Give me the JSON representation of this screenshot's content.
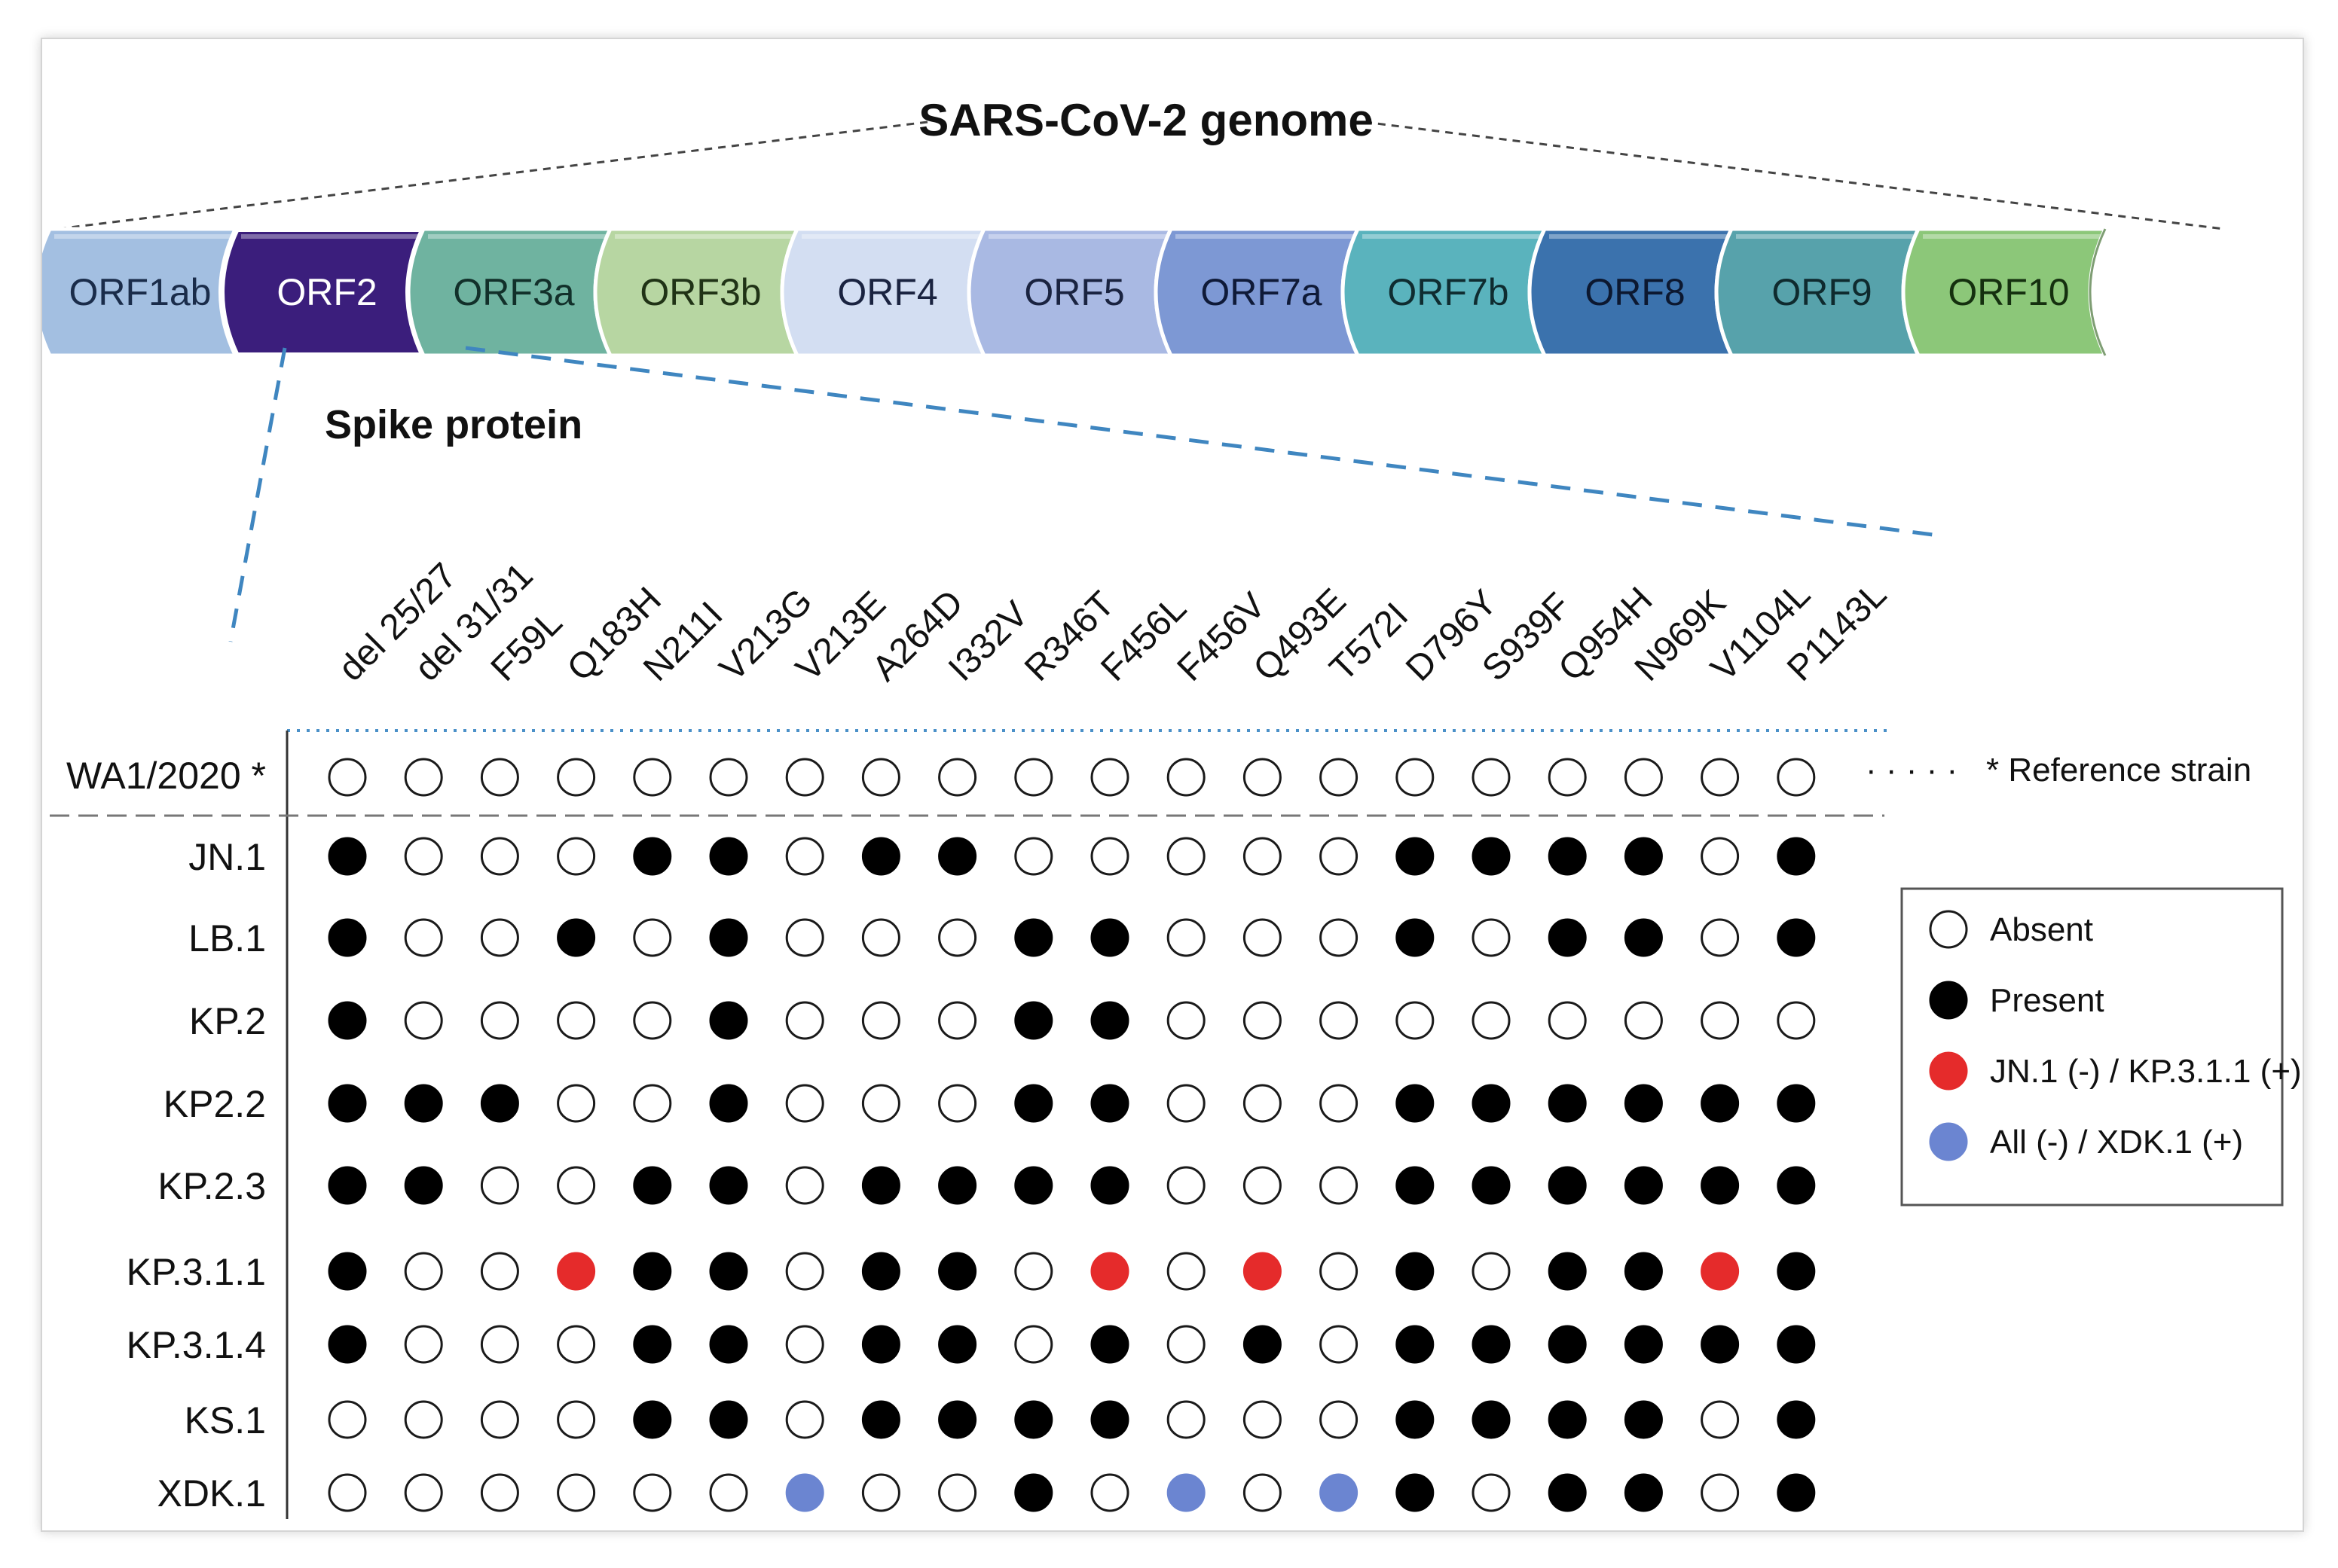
{
  "title": "SARS-CoV-2 genome",
  "zoom_label": "Spike protein",
  "segments": [
    {
      "label": "ORF1ab",
      "fill": "#a3bfe1",
      "text": "#1a2c4a"
    },
    {
      "label": "ORF2",
      "fill": "#3b1e7c",
      "text": "#ffffff"
    },
    {
      "label": "ORF3a",
      "fill": "#6fb3a0",
      "text": "#12302a"
    },
    {
      "label": "ORF3b",
      "fill": "#b7d6a2",
      "text": "#203316"
    },
    {
      "label": "ORF4",
      "fill": "#d3def2",
      "text": "#1a2340"
    },
    {
      "label": "ORF5",
      "fill": "#a9b9e3",
      "text": "#1a2340"
    },
    {
      "label": "ORF7a",
      "fill": "#7d98d4",
      "text": "#0f1a38"
    },
    {
      "label": "ORF7b",
      "fill": "#5ab3bd",
      "text": "#0f2c30"
    },
    {
      "label": "ORF8",
      "fill": "#3b72ad",
      "text": "#0c1830"
    },
    {
      "label": "ORF9",
      "fill": "#57a2ab",
      "text": "#0f2a2e"
    },
    {
      "label": "ORF10",
      "fill": "#8cc779",
      "text": "#15300f"
    }
  ],
  "mutations": [
    "del 25/27",
    "del 31/31",
    "F59L",
    "Q183H",
    "N211I",
    "V213G",
    "V213E",
    "A264D",
    "I332V",
    "R346T",
    "F456L",
    "F456V",
    "Q493E",
    "T572I",
    "D796Y",
    "S939F",
    "Q954H",
    "N969K",
    "V1104L",
    "P1143L"
  ],
  "reference": {
    "label": "WA1/2020 *",
    "note": "* Reference strain",
    "note_dots": "· · · · ·"
  },
  "strains": [
    {
      "label": "JN.1",
      "pattern": "PAAAPPAPPAAAAAPPPPAP"
    },
    {
      "label": "LB.1",
      "pattern": "PAAPAPAAAPPAAAPAPPAP"
    },
    {
      "label": "KP.2",
      "pattern": "PAAAAPAAAPPAAAAAAAAA"
    },
    {
      "label": "KP2.2",
      "pattern": "PPPAAPAAAPPAAAPPPPPP"
    },
    {
      "label": "KP.2.3",
      "pattern": "PPAAPPAPPPPAAAPPPPPP"
    },
    {
      "label": "KP.3.1.1",
      "pattern": "PAARPPAPPARARAPAPPRP"
    },
    {
      "label": "KP.3.1.4",
      "pattern": "PAAAPPAPPAPAPAPPPPPP"
    },
    {
      "label": "KS.1",
      "pattern": "AAAAPPAPPPPAAAPPPPAP"
    },
    {
      "label": "XDK.1",
      "pattern": "AAAAAABAAPABABPAPPAP"
    }
  ],
  "legend": [
    {
      "key": "A",
      "label": "Absent"
    },
    {
      "key": "P",
      "label": "Present"
    },
    {
      "key": "R",
      "label": "JN.1 (-) / KP.3.1.1 (+)"
    },
    {
      "key": "B",
      "label": "All (-) / XDK.1 (+)"
    }
  ],
  "colors": {
    "present": "#000000",
    "absent_fill": "#ffffff",
    "absent_stroke": "#1a1a1a",
    "red": "#e52b2b",
    "blue": "#6b85d1",
    "dotted_line": "#4a90c8",
    "zoom_line": "#3f86c0",
    "genome_line": "#444444",
    "divider": "#777777"
  }
}
